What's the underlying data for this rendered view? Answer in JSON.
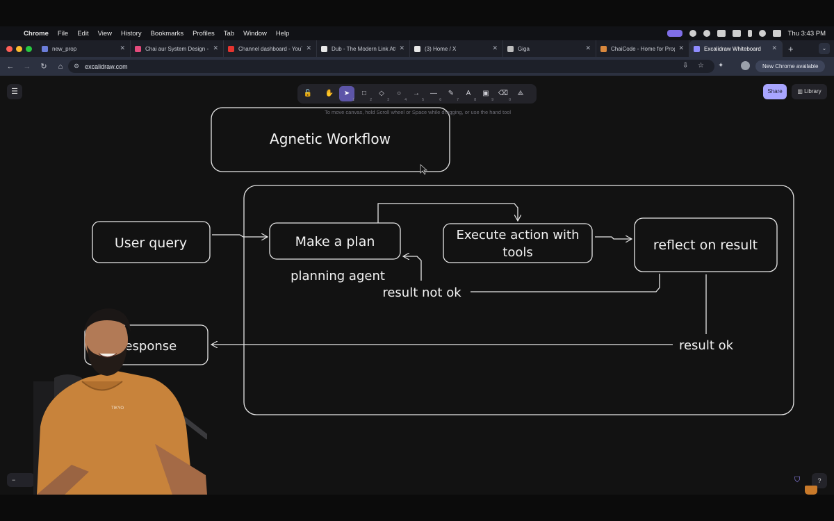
{
  "menubar": {
    "app_name": "Chrome",
    "items": [
      "File",
      "Edit",
      "View",
      "History",
      "Bookmarks",
      "Profiles",
      "Tab",
      "Window",
      "Help"
    ],
    "clock": "Thu 3:43 PM"
  },
  "tabs": [
    {
      "label": "new_prop",
      "active": false,
      "color": "#6b7dd8"
    },
    {
      "label": "Chai aur System Design - You",
      "active": false,
      "color": "#e44b7c"
    },
    {
      "label": "Channel dashboard - YouTube",
      "active": false,
      "color": "#e5342f"
    },
    {
      "label": "Dub - The Modern Link Attri",
      "active": false,
      "color": "#e8e8e8"
    },
    {
      "label": "(3) Home / X",
      "active": false,
      "color": "#e8e8e8"
    },
    {
      "label": "Giga",
      "active": false,
      "color": "#bdbdbd"
    },
    {
      "label": "ChaiCode - Home for Progr",
      "active": false,
      "color": "#d9883d"
    },
    {
      "label": "Excalidraw Whiteboard",
      "active": true,
      "color": "#8f8cff"
    }
  ],
  "address_bar": {
    "url": "excalidraw.com",
    "new_chrome_label": "New Chrome available"
  },
  "excalidraw": {
    "tools": [
      {
        "icon": "lock-icon",
        "glyph": "🔓",
        "num": ""
      },
      {
        "icon": "hand-icon",
        "glyph": "✋",
        "num": ""
      },
      {
        "icon": "selection-icon",
        "glyph": "➤",
        "num": "1"
      },
      {
        "icon": "rectangle-icon",
        "glyph": "□",
        "num": "2"
      },
      {
        "icon": "diamond-icon",
        "glyph": "◇",
        "num": "3"
      },
      {
        "icon": "ellipse-icon",
        "glyph": "○",
        "num": "4"
      },
      {
        "icon": "arrow-icon",
        "glyph": "→",
        "num": "5"
      },
      {
        "icon": "line-icon",
        "glyph": "—",
        "num": "6"
      },
      {
        "icon": "pencil-icon",
        "glyph": "✎",
        "num": "7"
      },
      {
        "icon": "text-icon",
        "glyph": "A",
        "num": "8"
      },
      {
        "icon": "image-icon",
        "glyph": "▣",
        "num": "9"
      },
      {
        "icon": "eraser-icon",
        "glyph": "⌫",
        "num": "0"
      },
      {
        "icon": "shapes-icon",
        "glyph": "⟁",
        "num": ""
      }
    ],
    "hint": "To move canvas, hold Scroll wheel or Space while dragging, or use the hand tool",
    "share_label": "Share",
    "library_label": "Library"
  },
  "diagram": {
    "title": "Agnetic Workflow",
    "nodes": {
      "user_query": "User query",
      "make_plan": "Make a plan",
      "execute": [
        "Execute action with",
        "tools"
      ],
      "reflect": "reflect on result",
      "response": "Response"
    },
    "labels": {
      "planning_agent": "planning agent",
      "result_not_ok": "result not ok",
      "result_ok": "result ok"
    }
  },
  "colors": {
    "canvas_bg": "#121212",
    "stroke": "#e8e8e8",
    "accent": "#a8a5ff"
  }
}
